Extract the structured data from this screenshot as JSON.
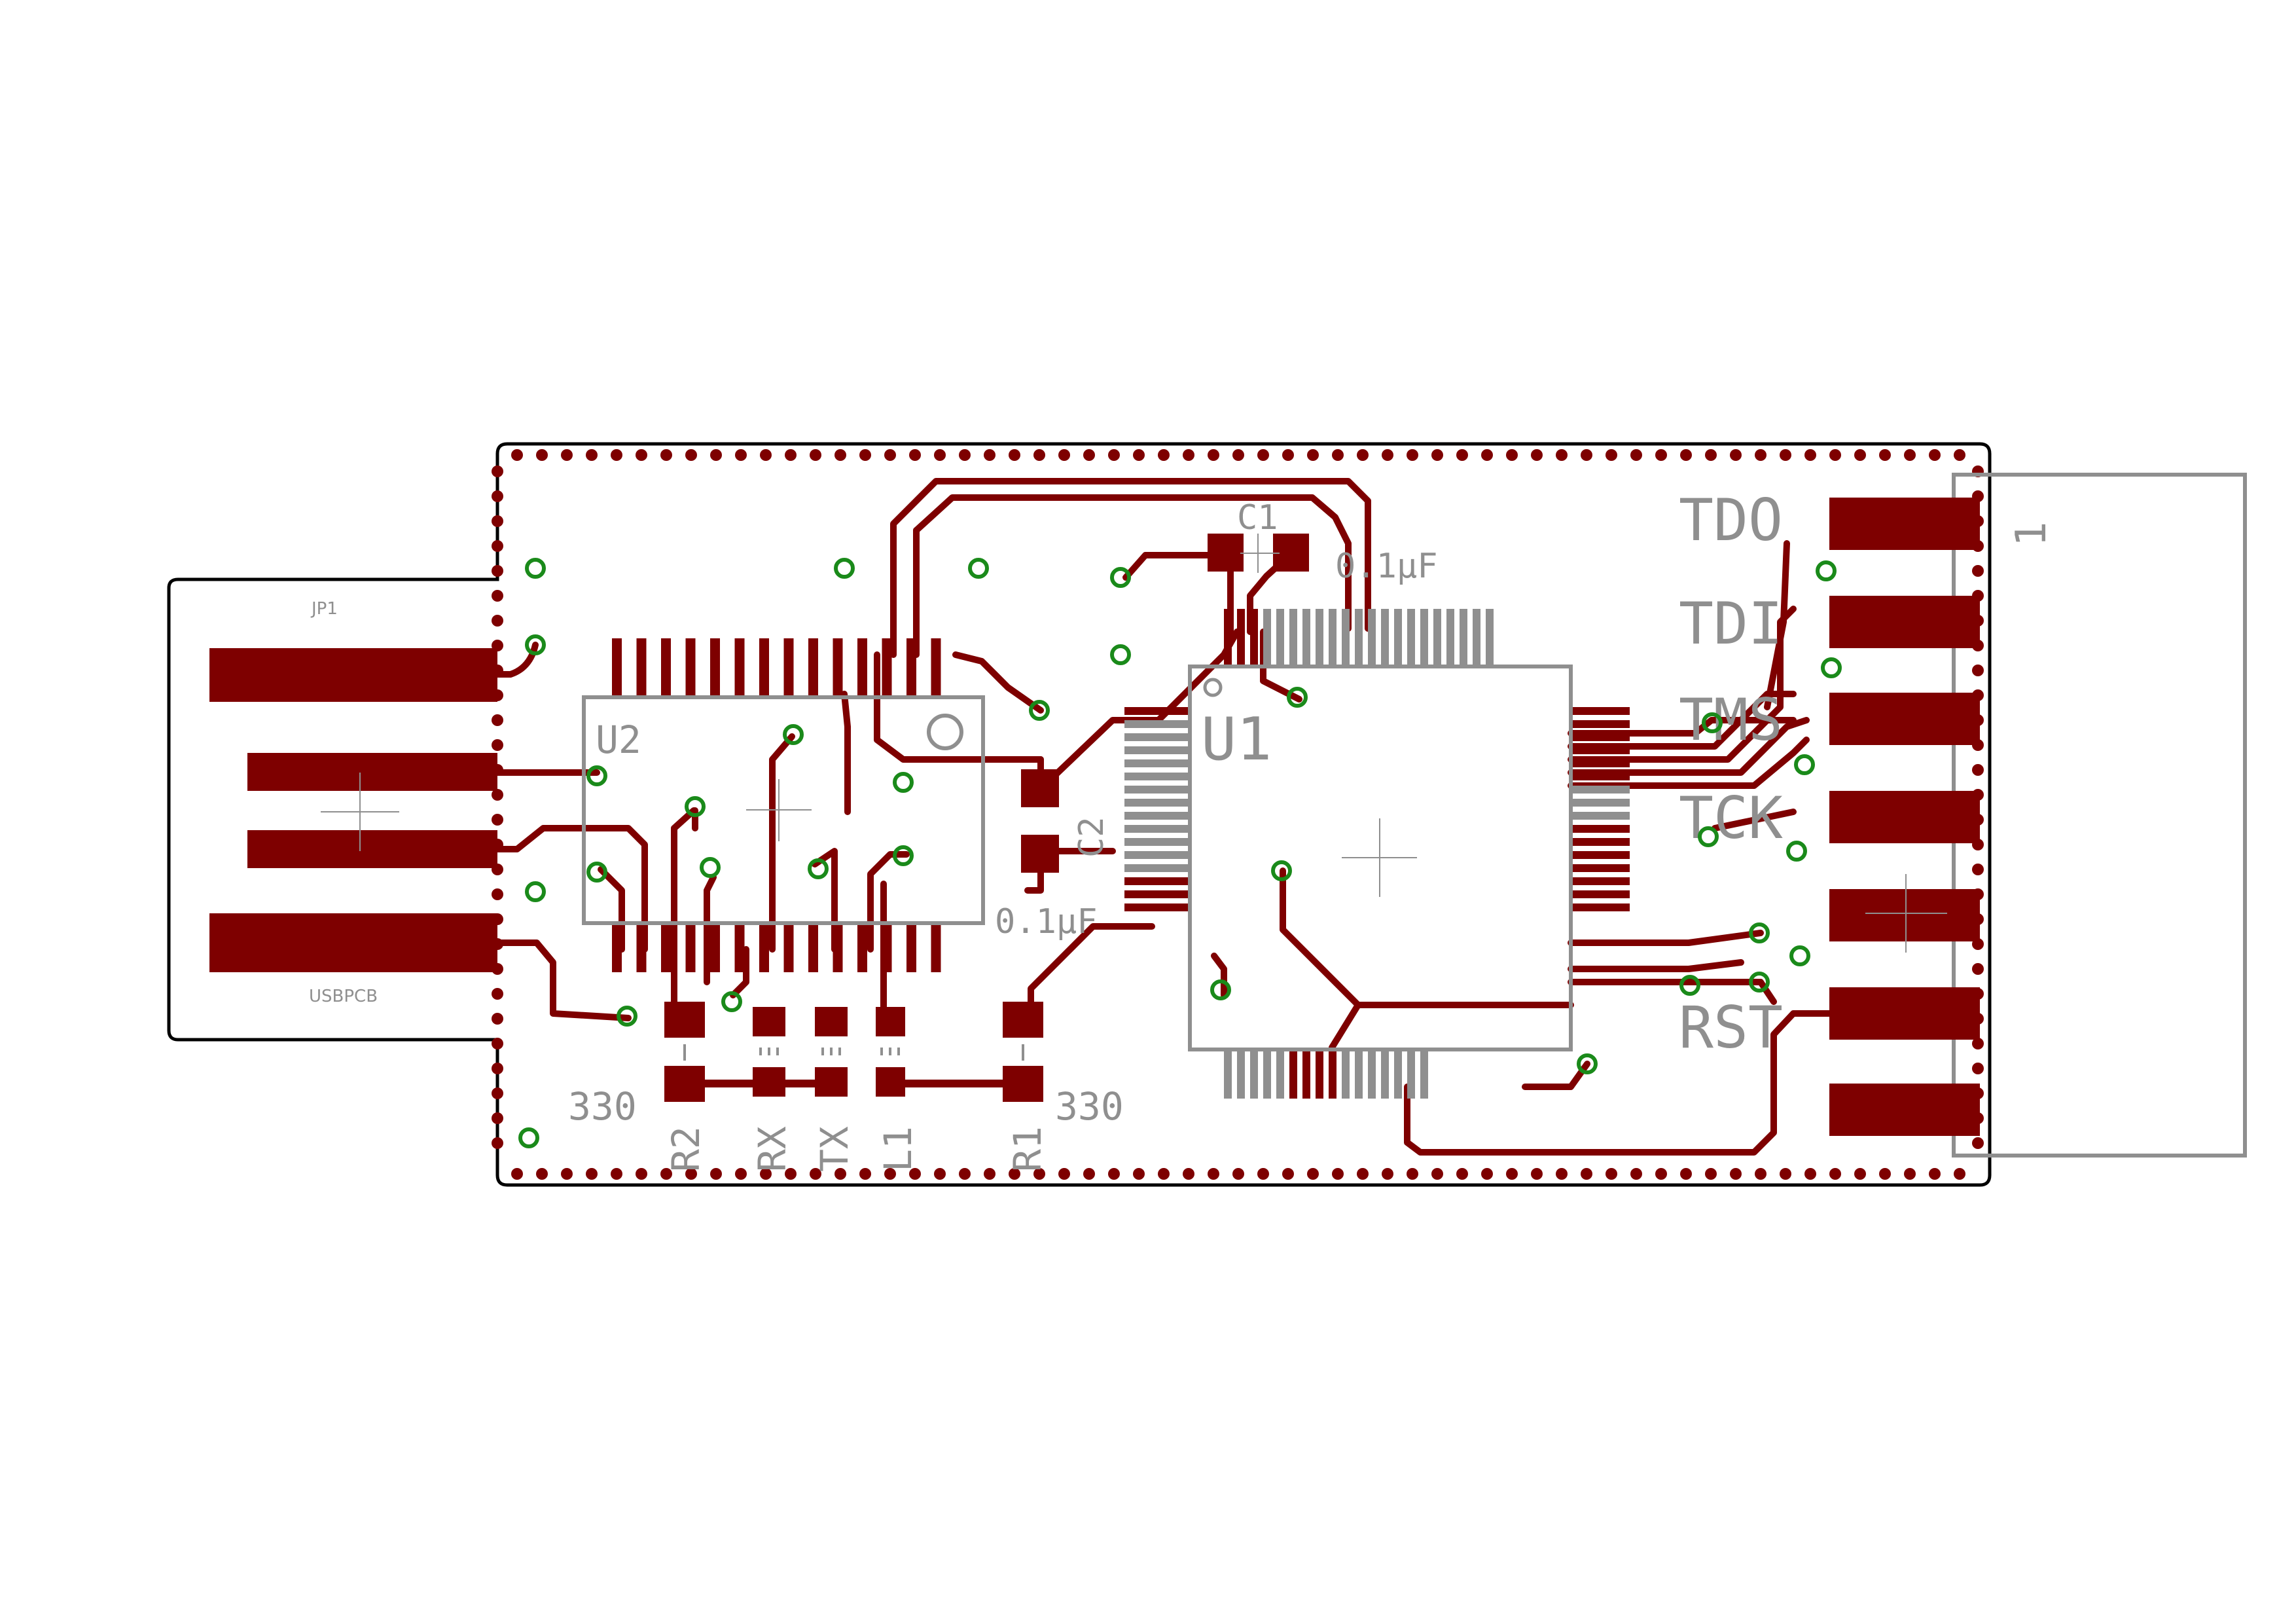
{
  "colors": {
    "copper": "#7e0000",
    "silkscreen": "#8f8f8f",
    "via": "#1a8a1a",
    "outline": "#000000",
    "background": "#ffffff"
  },
  "labels": {
    "jp1": "JP1",
    "usbpcb": "USBPCB",
    "u2": "U2",
    "u1": "U1",
    "c1": "C1",
    "c1_value": "0.1µF",
    "c2": "C2",
    "c2_value": "0.1µF",
    "r2": "R2",
    "r2_value": "330",
    "rx": "RX",
    "tx": "TX",
    "l1": "L1",
    "r1": "R1",
    "r1_value": "330",
    "tdo": "TDO",
    "tdi": "TDI",
    "tms": "TMS",
    "tck": "TCK",
    "rst": "RST",
    "pin1": "1"
  }
}
